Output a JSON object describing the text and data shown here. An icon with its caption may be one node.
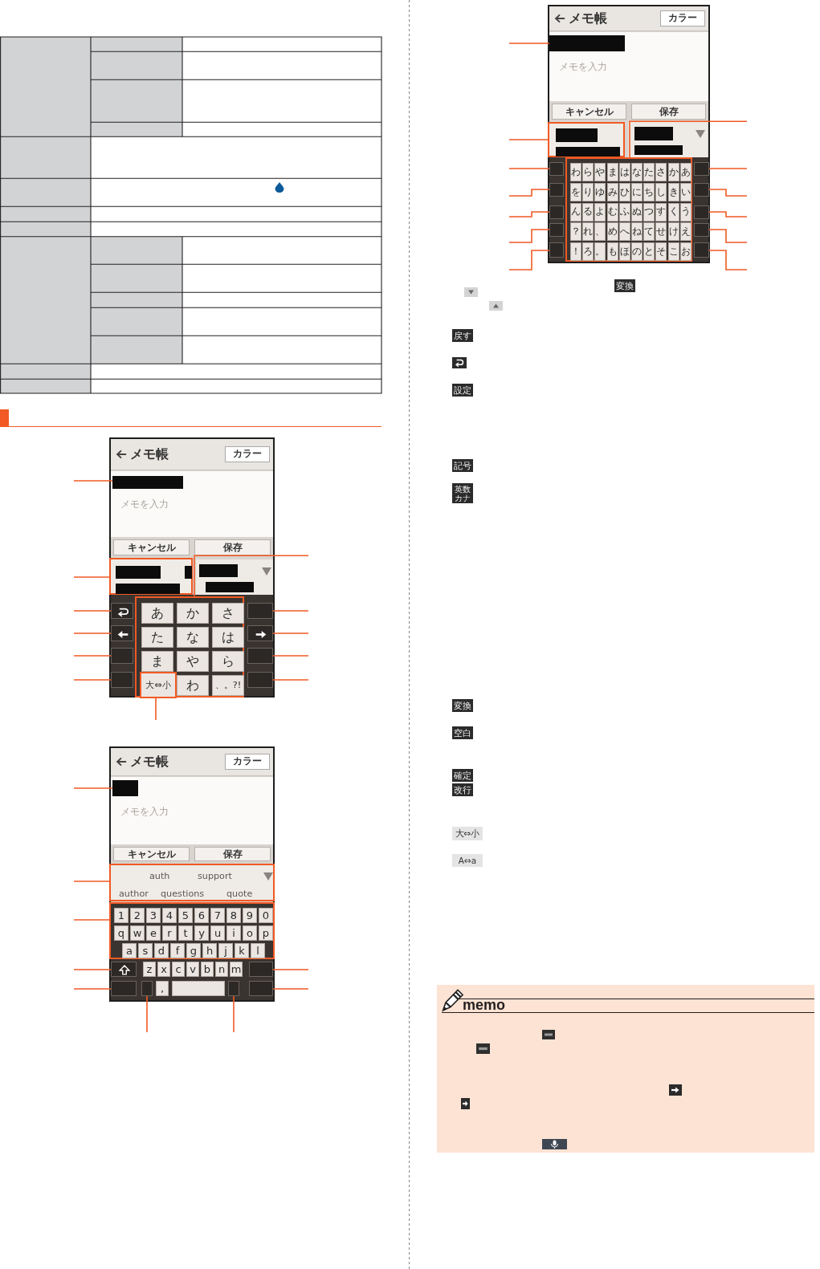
{
  "diagram": {
    "nodes": [
      {
        "text": [],
        "shape": "bar"
      },
      {
        "text": [],
        "shape": "box"
      },
      {
        "text": [],
        "shape": "box"
      },
      {
        "text": [],
        "shape": "box"
      },
      {
        "text": [],
        "shape": "box"
      },
      {
        "text": [],
        "shape": "box"
      },
      {
        "text": [],
        "shape": "box"
      },
      {
        "text": [],
        "shape": "box"
      },
      {
        "text": [],
        "shape": "box"
      },
      {
        "text": [],
        "shape": "box"
      },
      {
        "text": [],
        "shape": "box"
      },
      {
        "text": [
          "大⇔小"
        ],
        "in": 2
      },
      {
        "text": [],
        "shape": "bar"
      },
      {
        "text": [],
        "shape": "box"
      },
      {
        "text": [],
        "shape": "box"
      },
      {
        "text": [],
        "shape": "box"
      },
      {
        "text": [],
        "shape": "box"
      },
      {
        "text": [],
        "shape": "box"
      },
      {
        "text": [],
        "shape": "box"
      },
      {
        "text": [],
        "shape": "box"
      },
      {
        "text": [],
        "shape": "box"
      },
      {
        "text": [],
        "shape": "bar"
      },
      {
        "text": [],
        "shape": "box"
      },
      {
        "text": [],
        "shape": "box"
      },
      {
        "text": [],
        "shape": "box"
      },
      {
        "text": [],
        "shape": "box"
      },
      {
        "text": [],
        "shape": "box"
      },
      {
        "text": [],
        "shape": "box"
      },
      {
        "text": [],
        "shape": "box"
      },
      {
        "text": [],
        "shape": "box"
      },
      {
        "text": [],
        "shape": "box"
      },
      {
        "text": [],
        "shape": "box"
      },
      {
        "text": [],
        "shape": "box"
      },
      {
        "text": [],
        "shape": "box"
      }
    ],
    "edges": [
      {
        "from": null,
        "to": 0,
        "arrow": "none"
      },
      {
        "from": null,
        "to": 1,
        "arrow": "none"
      },
      {
        "from": null,
        "to": 2,
        "arrow": "none"
      },
      {
        "from": null,
        "to": 3,
        "arrow": "none"
      },
      {
        "from": null,
        "to": 4,
        "arrow": "none"
      },
      {
        "from": null,
        "to": 5,
        "arrow": "none"
      },
      {
        "from": null,
        "to": 6,
        "arrow": "none"
      },
      {
        "from": null,
        "to": 7,
        "arrow": "none"
      },
      {
        "from": null,
        "to": 8,
        "arrow": "none"
      },
      {
        "from": null,
        "to": 9,
        "arrow": "none"
      },
      {
        "from": null,
        "to": 10,
        "arrow": "none"
      },
      {
        "from": null,
        "to": 11,
        "arrow": "none"
      },
      {
        "from": null,
        "to": 12,
        "arrow": "none"
      },
      {
        "from": null,
        "to": 13,
        "arrow": "none"
      },
      {
        "from": null,
        "to": 14,
        "arrow": "none"
      },
      {
        "from": null,
        "to": 15,
        "arrow": "none"
      },
      {
        "from": null,
        "to": 16,
        "arrow": "none"
      },
      {
        "from": null,
        "to": 17,
        "arrow": "none"
      },
      {
        "from": null,
        "to": 18,
        "arrow": "none"
      },
      {
        "from": null,
        "to": 19,
        "arrow": "none"
      },
      {
        "from": null,
        "to": 20,
        "arrow": "none"
      },
      {
        "from": null,
        "to": 21,
        "arrow": "none"
      },
      {
        "from": null,
        "to": 22,
        "arrow": "none"
      },
      {
        "from": null,
        "to": 23,
        "arrow": "none"
      },
      {
        "from": null,
        "to": 24,
        "arrow": "none"
      },
      {
        "from": null,
        "to": 25,
        "arrow": "none"
      },
      {
        "from": null,
        "to": 26,
        "arrow": "none"
      },
      {
        "from": null,
        "to": 27,
        "arrow": "none"
      },
      {
        "from": null,
        "to": 28,
        "arrow": "none"
      },
      {
        "from": null,
        "to": 29,
        "arrow": "none"
      },
      {
        "from": null,
        "to": 30,
        "arrow": "none"
      },
      {
        "from": null,
        "to": 31,
        "arrow": "none"
      },
      {
        "from": null,
        "to": 32,
        "arrow": "none"
      },
      {
        "from": null,
        "to": 33,
        "arrow": "none"
      }
    ],
    "labels": [
      "メモ帳",
      "カラー",
      "メモを入力",
      "キャンセル",
      "保存",
      "あ",
      "か",
      "さ",
      "た",
      "な",
      "は",
      "ま",
      "や",
      "ら",
      "わ",
      "、。?!",
      "メモ帳",
      "カラー",
      "メモを入力",
      "キャンセル",
      "保存",
      "auth",
      "support",
      "author",
      "questions",
      "quote",
      "1",
      "2",
      "3",
      "4",
      "5",
      "6",
      "7",
      "8",
      "9",
      "0",
      "q",
      "w",
      "e",
      "r",
      "t",
      "y",
      "u",
      "i",
      "o",
      "p",
      "a",
      "s",
      "d",
      "f",
      "g",
      "h",
      "j",
      "k",
      "l",
      "z",
      "x",
      "c",
      "v",
      "b",
      "n",
      "m",
      ",",
      "メモ帳",
      "カラー",
      "メモを入力",
      "キャンセル",
      "保存",
      "わ",
      "ら",
      "や",
      "ま",
      "は",
      "な",
      "た",
      "さ",
      "か",
      "あ",
      "を",
      "り",
      "ゆ",
      "み",
      "ひ",
      "に",
      "ち",
      "し",
      "き",
      "い",
      "ん",
      "る",
      "よ",
      "む",
      "ふ",
      "ぬ",
      "つ",
      "す",
      "く",
      "う",
      "？",
      "れ",
      "、",
      "め",
      "へ",
      "ね",
      "て",
      "せ",
      "け",
      "え",
      "！",
      "ろ",
      "。",
      "も",
      "ほ",
      "の",
      "と",
      "そ",
      "こ",
      "お",
      "変換",
      "戻す",
      "設定",
      "記号",
      "英数カナ",
      "変換",
      "空白",
      "確定",
      "改行",
      "大⇔小",
      "A⇔a",
      "memo"
    ]
  }
}
